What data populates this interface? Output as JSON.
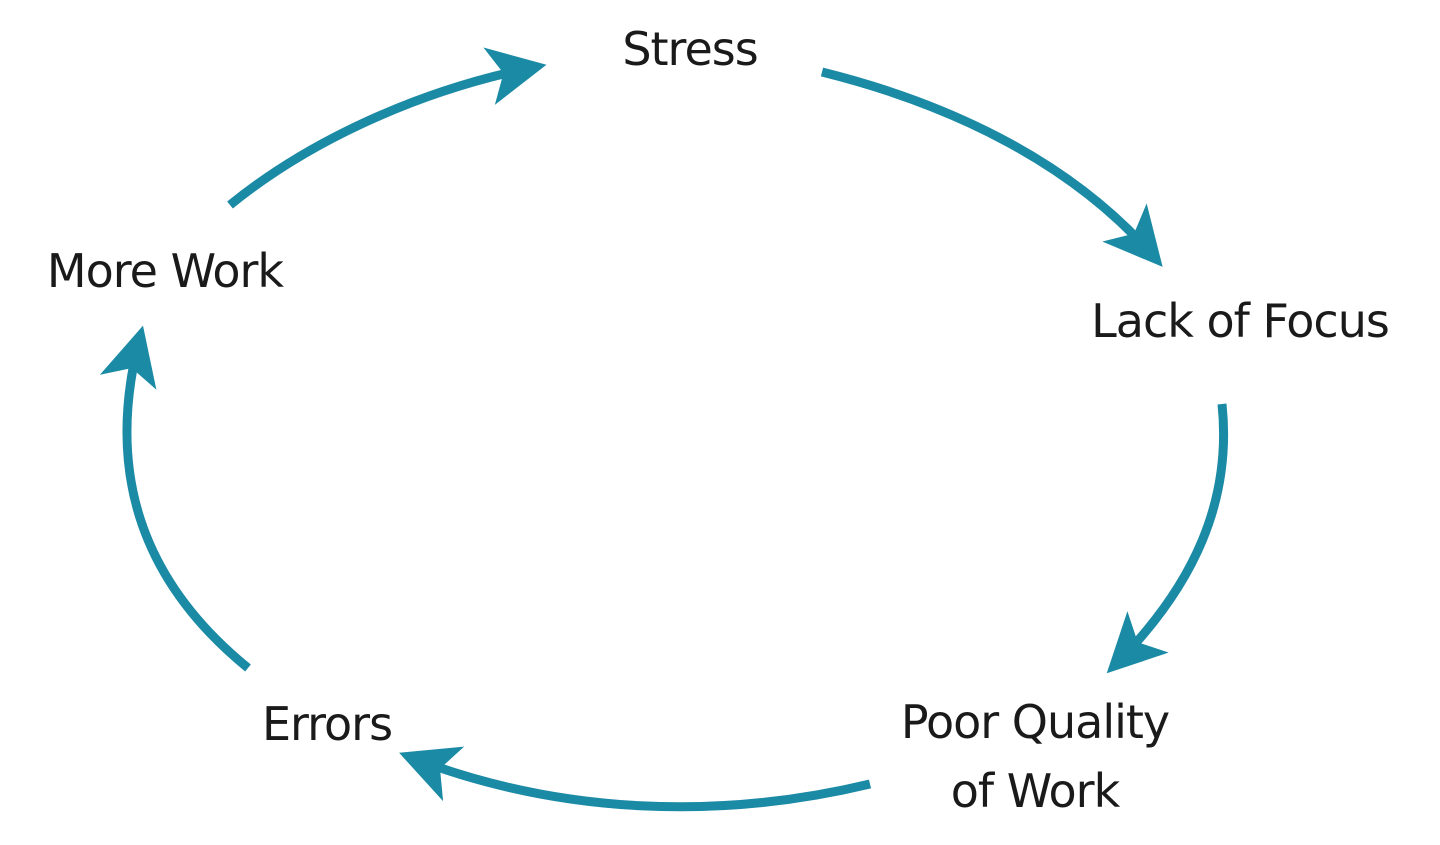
{
  "diagram": {
    "nodes": [
      {
        "id": "stress",
        "label": "Stress"
      },
      {
        "id": "lack-of-focus",
        "label": "Lack of Focus"
      },
      {
        "id": "poor-quality",
        "label_line1": "Poor Quality",
        "label_line2": "of Work"
      },
      {
        "id": "errors",
        "label": "Errors"
      },
      {
        "id": "more-work",
        "label": "More Work"
      }
    ],
    "edges": [
      {
        "from": "stress",
        "to": "lack-of-focus"
      },
      {
        "from": "lack-of-focus",
        "to": "poor-quality"
      },
      {
        "from": "poor-quality",
        "to": "errors"
      },
      {
        "from": "errors",
        "to": "more-work"
      },
      {
        "from": "more-work",
        "to": "stress"
      }
    ],
    "colors": {
      "arrow": "#1b8aa5",
      "text": "#1a1a1a",
      "background": "#ffffff"
    }
  }
}
